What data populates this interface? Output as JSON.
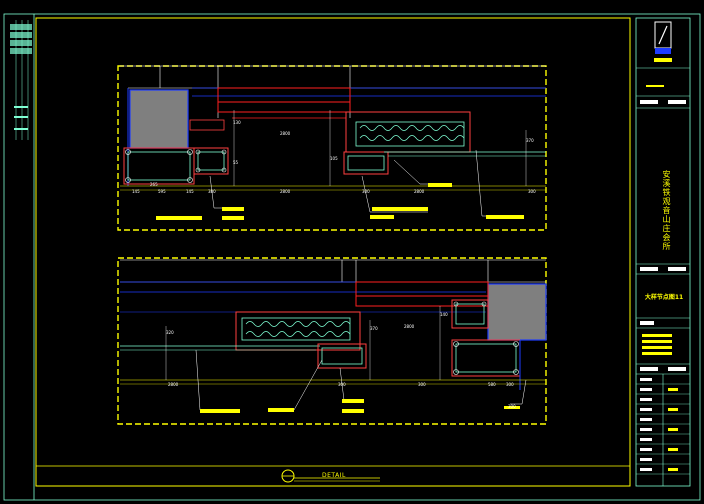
{
  "title_block": {
    "project_name": "安溪铁观音山庄会所",
    "drawing_label": "大样节点图11"
  },
  "detail": {
    "label": "DETAIL"
  },
  "dims_top": [
    "145",
    "595",
    "145",
    "380",
    "265",
    "2800",
    "2800",
    "300",
    "2800",
    "300",
    "105",
    "55",
    "370",
    "130"
  ],
  "dims_bottom": [
    "300",
    "2800",
    "300",
    "300",
    "320",
    "370",
    "2800",
    "140",
    "580",
    "300"
  ]
}
